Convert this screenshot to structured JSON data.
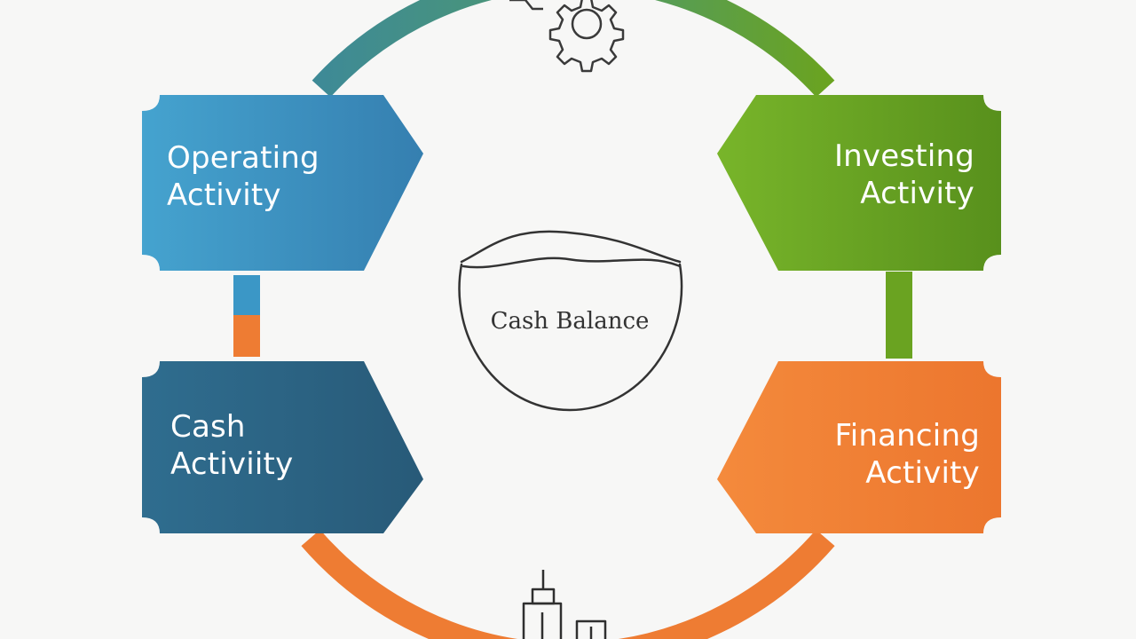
{
  "diagram": {
    "center": {
      "label": "Cash Balance"
    },
    "boxes": {
      "operating": {
        "line1": "Operating",
        "line2": "Activity",
        "color": "#3a8fbd"
      },
      "investing": {
        "line1": "Investing",
        "line2": "Activity",
        "color": "#6aa321"
      },
      "cash": {
        "line1": "Cash",
        "line2": "Activiity",
        "color": "#2d6585"
      },
      "financing": {
        "line1": "Financing",
        "line2": "Activity",
        "color": "#f07f34"
      }
    },
    "ring_colors": {
      "top_left": "#3e8a96",
      "top_right": "#6aa321",
      "left_upper": "#3b97c6",
      "left_lower": "#ee7c33",
      "right": "#6aa321",
      "bottom": "#ee7c33"
    },
    "icons": {
      "top": "gear-icon",
      "bottom": "buildings-icon",
      "center": "bowl-icon"
    }
  }
}
